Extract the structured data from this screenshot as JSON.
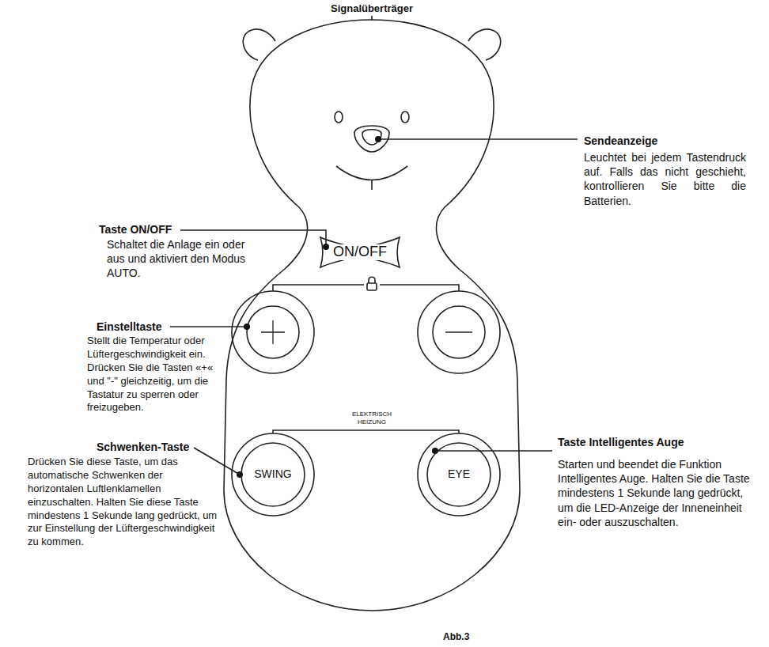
{
  "diagram": {
    "nodes": [
      {
        "text": [
          "ON/OFF"
        ]
      },
      {
        "text": [
          "SWING"
        ]
      },
      {
        "text": [
          "EYE"
        ]
      }
    ],
    "labels": [
      "Signalüberträger",
      "Sendeanzeige",
      "Leuchtet bei jedem Tastendruck auf. Falls das nicht geschieht, kontrollieren Sie bitte die Batterien.",
      "Taste ON/OFF",
      "Schaltet die Anlage ein oder aus und aktiviert den Modus AUTO.",
      "Einstelltaste",
      "Stellt die Temperatur oder Lüftergeschwindigkeit ein. Drücken Sie die Tasten «+« und \"-\" gleichzeitig, um die Tastatur zu sperren oder freizugeben.",
      "ELEKTRISCH HEIZUNG",
      "Schwenken-Taste",
      "Drücken Sie diese Taste, um das automatische Schwenken der horizontalen Luftlenklamellen einzuschalten. Halten Sie diese Taste mindestens 1 Sekunde lang gedrückt, um zur Einstellung der Lüftergeschwindigkeit zu kommen.",
      "Taste Intelligentes Auge",
      "Starten und beendet die Funktion Intelligentes Auge. Halten Sie die Taste mindestens 1 Sekunde lang gedrückt, um die LED-Anzeige der Inneneinheit ein- oder auszuschalten.",
      "Abb.3"
    ]
  }
}
